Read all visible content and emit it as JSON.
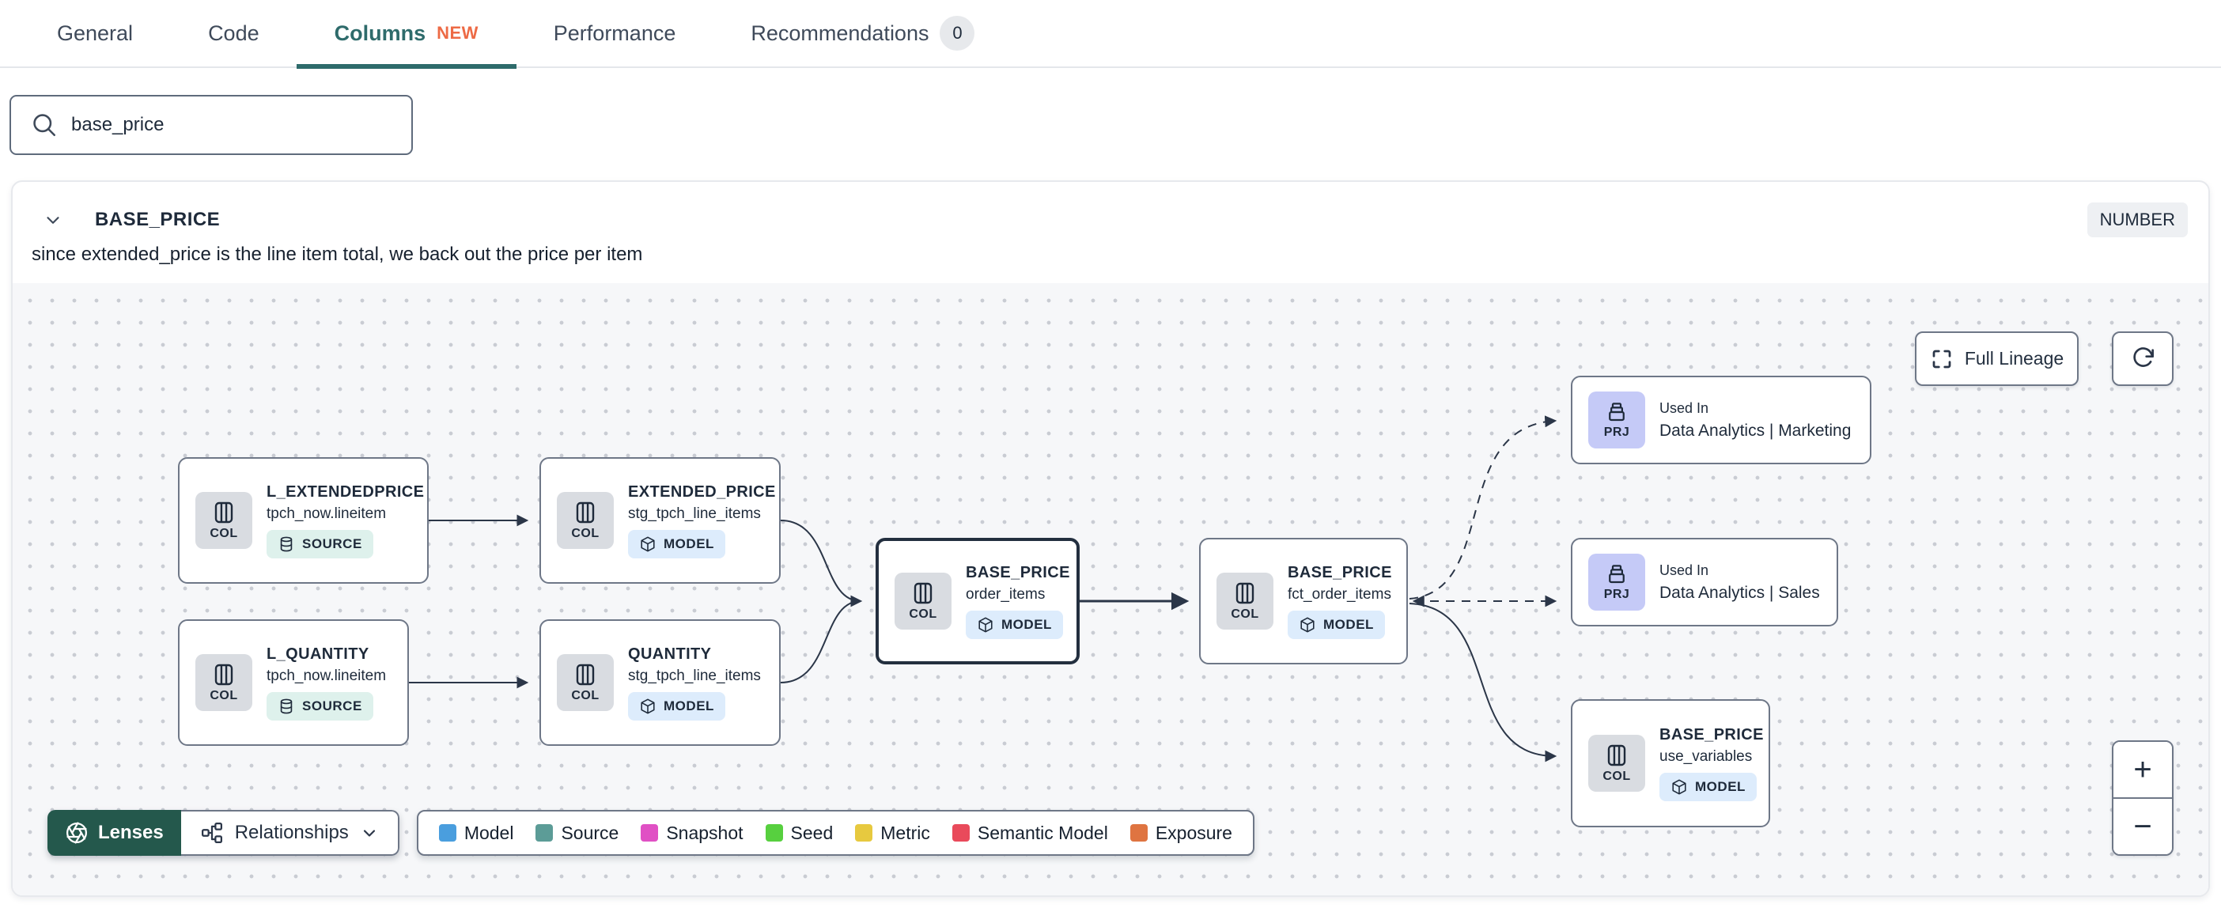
{
  "tabs": {
    "items": [
      {
        "label": "General"
      },
      {
        "label": "Code"
      },
      {
        "label": "Columns",
        "badge": "NEW"
      },
      {
        "label": "Performance"
      },
      {
        "label": "Recommendations",
        "count": "0"
      }
    ]
  },
  "search": {
    "value": "base_price"
  },
  "column_panel": {
    "name": "BASE_PRICE",
    "type_badge": "NUMBER",
    "description": "since extended_price is the line item total, we back out the price per item"
  },
  "lineage": {
    "full_lineage_label": "Full Lineage",
    "zoom_in_label": "+",
    "zoom_out_label": "−",
    "nodes": [
      {
        "kind": "column",
        "icon_label": "COL",
        "title": "L_EXTENDEDPRICE",
        "subtitle": "tpch_now.lineitem",
        "badge": "SOURCE"
      },
      {
        "kind": "column",
        "icon_label": "COL",
        "title": "L_QUANTITY",
        "subtitle": "tpch_now.lineitem",
        "badge": "SOURCE"
      },
      {
        "kind": "column",
        "icon_label": "COL",
        "title": "EXTENDED_PRICE",
        "subtitle": "stg_tpch_line_items",
        "badge": "MODEL"
      },
      {
        "kind": "column",
        "icon_label": "COL",
        "title": "QUANTITY",
        "subtitle": "stg_tpch_line_items",
        "badge": "MODEL"
      },
      {
        "kind": "column",
        "icon_label": "COL",
        "title": "BASE_PRICE",
        "subtitle": "order_items",
        "badge": "MODEL",
        "selected": true
      },
      {
        "kind": "column",
        "icon_label": "COL",
        "title": "BASE_PRICE",
        "subtitle": "fct_order_items",
        "badge": "MODEL"
      },
      {
        "kind": "project",
        "icon_label": "PRJ",
        "used_in_label": "Used In",
        "title": "Data Analytics | Marketing"
      },
      {
        "kind": "project",
        "icon_label": "PRJ",
        "used_in_label": "Used In",
        "title": "Data Analytics | Sales"
      },
      {
        "kind": "column",
        "icon_label": "COL",
        "title": "BASE_PRICE",
        "subtitle": "use_variables",
        "badge": "MODEL"
      }
    ],
    "toolbar": {
      "lenses_label": "Lenses",
      "relationships_label": "Relationships"
    },
    "legend": [
      {
        "label": "Model",
        "color": "#4a9ede"
      },
      {
        "label": "Source",
        "color": "#5c9c97"
      },
      {
        "label": "Snapshot",
        "color": "#e050c4"
      },
      {
        "label": "Seed",
        "color": "#57d03f"
      },
      {
        "label": "Metric",
        "color": "#e7c93f"
      },
      {
        "label": "Semantic Model",
        "color": "#e94a5b"
      },
      {
        "label": "Exposure",
        "color": "#df7441"
      }
    ],
    "colors": {
      "accent_teal": "#2e6b6b",
      "new_badge": "#ed6a45",
      "lenses_bg": "#24584c",
      "source_badge_bg": "#def1ec",
      "model_badge_bg": "#ddecfc",
      "col_chip_bg": "#d9dce1",
      "prj_chip_bg": "#c5caf7"
    }
  }
}
